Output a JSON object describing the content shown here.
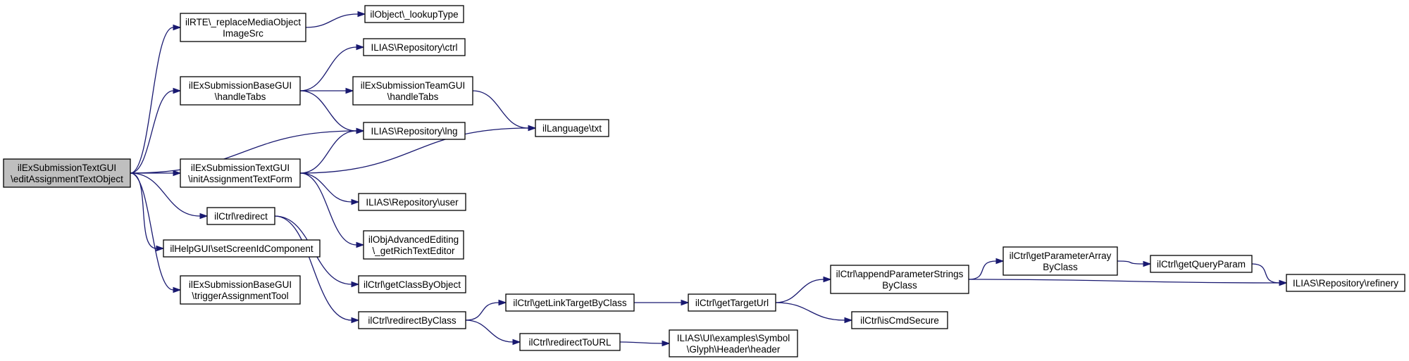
{
  "colors": {
    "edge": "#191970",
    "root_fill": "#bfbfbf",
    "node_fill": "#ffffff",
    "node_stroke": "#000000"
  },
  "nodes": [
    {
      "id": "n0",
      "lines": [
        "ilExSubmissionTextGUI",
        "\\editAssignmentTextObject"
      ],
      "root": true
    },
    {
      "id": "n1",
      "lines": [
        "ilRTE\\_replaceMediaObject",
        "ImageSrc"
      ]
    },
    {
      "id": "n2",
      "lines": [
        "ilObject\\_lookupType"
      ]
    },
    {
      "id": "n3",
      "lines": [
        "ilExSubmissionBaseGUI",
        "\\handleTabs"
      ]
    },
    {
      "id": "n4",
      "lines": [
        "ILIAS\\Repository\\ctrl"
      ]
    },
    {
      "id": "n5",
      "lines": [
        "ilExSubmissionTeamGUI",
        "\\handleTabs"
      ]
    },
    {
      "id": "n6",
      "lines": [
        "ILIAS\\Repository\\lng"
      ]
    },
    {
      "id": "n7",
      "lines": [
        "ilLanguage\\txt"
      ]
    },
    {
      "id": "n8",
      "lines": [
        "ilExSubmissionTextGUI",
        "\\initAssignmentTextForm"
      ]
    },
    {
      "id": "n9",
      "lines": [
        "ILIAS\\Repository\\user"
      ]
    },
    {
      "id": "n10",
      "lines": [
        "ilObjAdvancedEditing",
        "\\_getRichTextEditor"
      ]
    },
    {
      "id": "n11",
      "lines": [
        "ilCtrl\\redirect"
      ]
    },
    {
      "id": "n12",
      "lines": [
        "ilHelpGUI\\setScreenIdComponent"
      ]
    },
    {
      "id": "n13",
      "lines": [
        "ilExSubmissionBaseGUI",
        "\\triggerAssignmentTool"
      ]
    },
    {
      "id": "n14",
      "lines": [
        "ilCtrl\\getClassByObject"
      ]
    },
    {
      "id": "n15",
      "lines": [
        "ilCtrl\\redirectByClass"
      ]
    },
    {
      "id": "n16",
      "lines": [
        "ilCtrl\\getLinkTargetByClass"
      ]
    },
    {
      "id": "n17",
      "lines": [
        "ilCtrl\\redirectToURL"
      ]
    },
    {
      "id": "n18",
      "lines": [
        "ILIAS\\UI\\examples\\Symbol",
        "\\Glyph\\Header\\header"
      ]
    },
    {
      "id": "n19",
      "lines": [
        "ilCtrl\\getTargetUrl"
      ]
    },
    {
      "id": "n20",
      "lines": [
        "ilCtrl\\appendParameterStrings",
        "ByClass"
      ]
    },
    {
      "id": "n21",
      "lines": [
        "ilCtrl\\isCmdSecure"
      ]
    },
    {
      "id": "n22",
      "lines": [
        "ilCtrl\\getParameterArray",
        "ByClass"
      ]
    },
    {
      "id": "n23",
      "lines": [
        "ilCtrl\\getQueryParam"
      ]
    },
    {
      "id": "n24",
      "lines": [
        "ILIAS\\Repository\\refinery"
      ]
    }
  ],
  "edges": [
    [
      "n0",
      "n1"
    ],
    [
      "n0",
      "n3"
    ],
    [
      "n0",
      "n6"
    ],
    [
      "n0",
      "n8"
    ],
    [
      "n0",
      "n11"
    ],
    [
      "n0",
      "n12"
    ],
    [
      "n0",
      "n13"
    ],
    [
      "n1",
      "n2"
    ],
    [
      "n3",
      "n4"
    ],
    [
      "n3",
      "n5"
    ],
    [
      "n3",
      "n6"
    ],
    [
      "n5",
      "n7"
    ],
    [
      "n8",
      "n6"
    ],
    [
      "n8",
      "n7"
    ],
    [
      "n8",
      "n9"
    ],
    [
      "n8",
      "n10"
    ],
    [
      "n11",
      "n14"
    ],
    [
      "n11",
      "n15"
    ],
    [
      "n15",
      "n16"
    ],
    [
      "n15",
      "n17"
    ],
    [
      "n16",
      "n19"
    ],
    [
      "n17",
      "n18"
    ],
    [
      "n19",
      "n20"
    ],
    [
      "n19",
      "n21"
    ],
    [
      "n20",
      "n22"
    ],
    [
      "n20",
      "n24"
    ],
    [
      "n22",
      "n23"
    ],
    [
      "n23",
      "n24"
    ]
  ]
}
